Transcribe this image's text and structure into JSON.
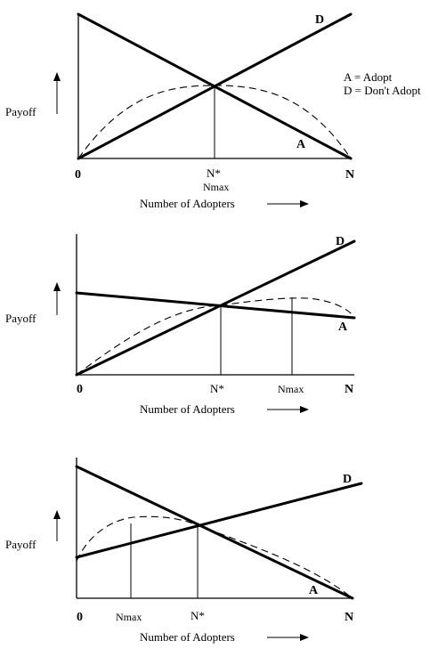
{
  "legend": {
    "adopt": "A = Adopt",
    "dont_adopt": "D = Don't Adopt"
  },
  "panels": [
    {
      "ylabel": "Payoff",
      "xlabel": "Number of Adopters",
      "origin_label": "0",
      "end_label": "N",
      "nstar_label": "N*",
      "nmax_label": "Nmax",
      "line_d_label": "D",
      "line_a_label": "A",
      "nstar": 0.5,
      "nmax": 0.5,
      "d_line": [
        0.0,
        1.0
      ],
      "a_line": [
        1.0,
        0.0
      ],
      "curve_peak": 0.5,
      "intersection_y": 0.5
    },
    {
      "ylabel": "Payoff",
      "xlabel": "Number of Adopters",
      "origin_label": "0",
      "end_label": "N",
      "nstar_label": "N*",
      "nmax_label": "Nmax",
      "line_d_label": "D",
      "line_a_label": "A",
      "nstar": 0.52,
      "nmax": 0.77,
      "d_line": [
        0.0,
        0.98
      ],
      "a_line": [
        0.62,
        0.42
      ],
      "curve_peak": 0.6,
      "intersection_y": 0.52
    },
    {
      "ylabel": "Payoff",
      "xlabel": "Number of Adopters",
      "origin_label": "0",
      "end_label": "N",
      "nstar_label": "N*",
      "nmax_label": "Nmax",
      "line_d_label": "D",
      "line_a_label": "A",
      "nstar": 0.44,
      "nmax": 0.2,
      "d_line": [
        0.3,
        0.82
      ],
      "a_line": [
        1.0,
        0.0
      ],
      "curve_peak": 0.62,
      "intersection_y": 0.53
    }
  ]
}
